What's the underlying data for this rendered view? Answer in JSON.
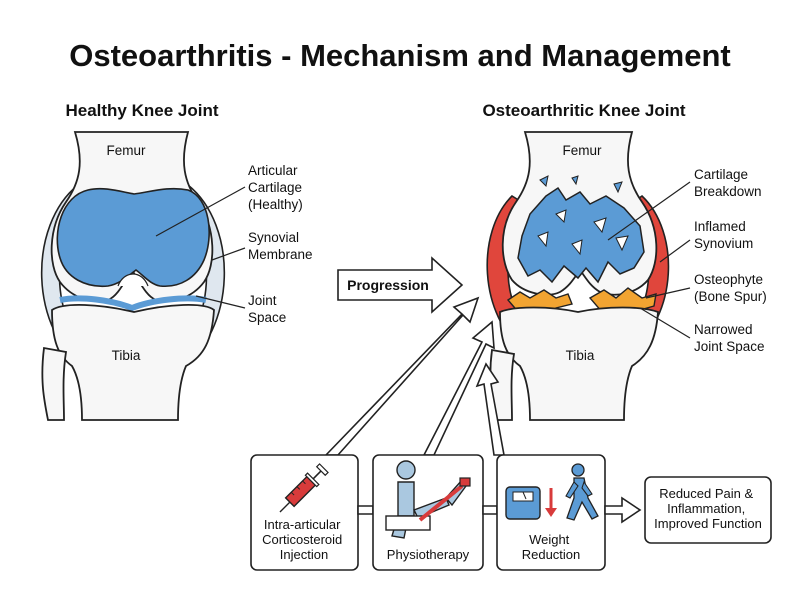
{
  "title": "Osteoarthritis - Mechanism and Management",
  "healthy": {
    "heading": "Healthy Knee Joint",
    "femur": "Femur",
    "tibia": "Tibia",
    "labels": {
      "cartilage": [
        "Articular",
        "Cartilage",
        "(Healthy)"
      ],
      "synovial": [
        "Synovial",
        "Membrane"
      ],
      "joint_space": [
        "Joint",
        "Space"
      ]
    }
  },
  "oa": {
    "heading": "Osteoarthritic Knee Joint",
    "femur": "Femur",
    "tibia": "Tibia",
    "labels": {
      "cartilage": [
        "Cartilage",
        "Breakdown"
      ],
      "synovium": [
        "Inflamed",
        "Synovium"
      ],
      "osteophyte": [
        "Osteophyte",
        "(Bone Spur)"
      ],
      "narrowed": [
        "Narrowed",
        "Joint Space"
      ]
    }
  },
  "progression": "Progression",
  "treatments": {
    "injection": [
      "Intra-articular",
      "Corticosteroid",
      "Injection"
    ],
    "physio": [
      "Physiotherapy"
    ],
    "weight": [
      "Weight",
      "Reduction"
    ]
  },
  "outcome": [
    "Reduced Pain &",
    "Inflammation,",
    "Improved Function"
  ],
  "colors": {
    "cartilage_blue": "#5b9bd5",
    "inflamed_red": "#e0463c",
    "osteophyte_orange": "#f2a431",
    "syringe_red": "#d83b3b",
    "physio_blue": "#aac8e0",
    "outline": "#222222"
  }
}
